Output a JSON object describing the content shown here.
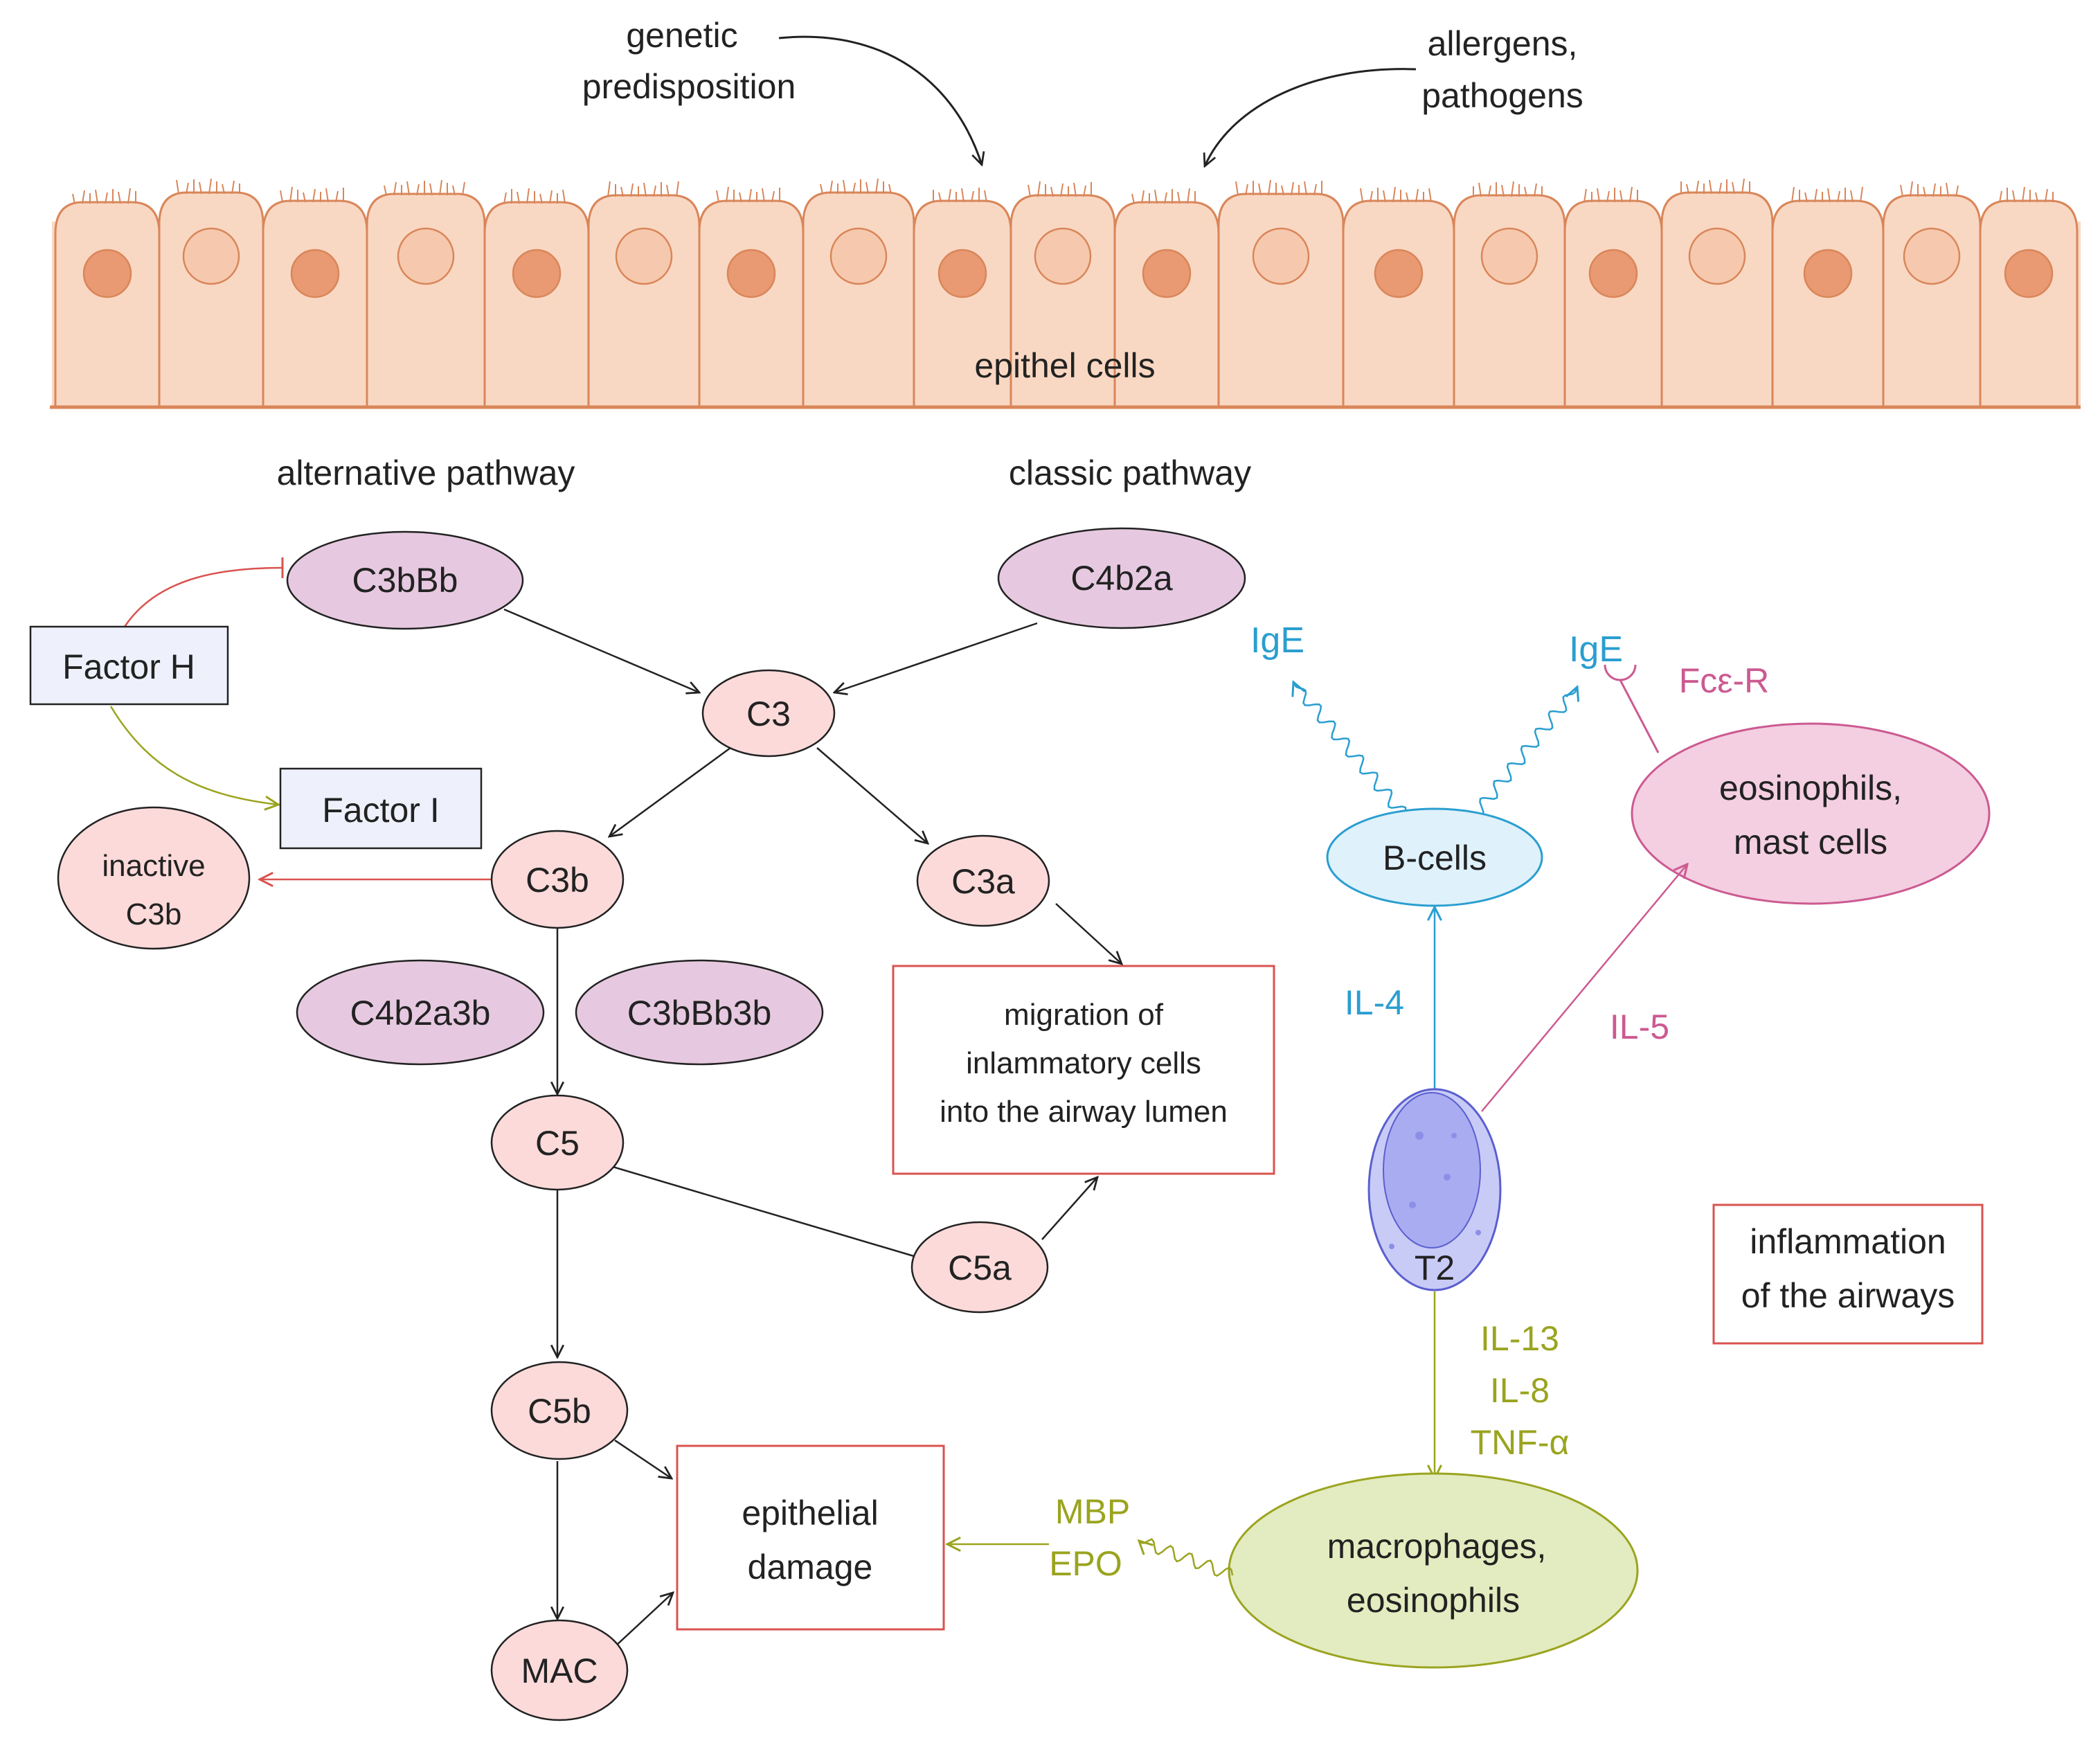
{
  "triggers": {
    "genetic": [
      "genetic",
      "predisposition"
    ],
    "allergens": [
      "allergens,",
      "pathogens"
    ]
  },
  "epithelium": {
    "label": "epithel cells"
  },
  "pathways": {
    "alternative": "alternative pathway",
    "classic": "classic pathway"
  },
  "complement": {
    "c3bbb": "C3bBb",
    "c4b2a": "C4b2a",
    "factor_h": "Factor H",
    "factor_i": "Factor I",
    "c3": "C3",
    "c3b": "C3b",
    "c3a": "C3a",
    "inactive_c3b": [
      "inactive",
      "C3b"
    ],
    "c4b2a3b": "C4b2a3b",
    "c3bbb3b": "C3bBb3b",
    "c5": "C5",
    "c5a": "C5a",
    "c5b": "C5b",
    "mac": "MAC"
  },
  "outcomes": {
    "migration": [
      "migration of",
      "inlammatory cells",
      "into the airway lumen"
    ],
    "damage": [
      "epithelial",
      "damage"
    ],
    "inflammation": [
      "inflammation",
      "of the airways"
    ]
  },
  "immune": {
    "ige_left": "IgE",
    "ige_right": "IgE",
    "fce_r": "Fcε-R",
    "bcells": "B-cells",
    "eosinophils_mast": [
      "eosinophils,",
      "mast cells"
    ],
    "il4": "IL-4",
    "il5": "IL-5",
    "t2": "T2",
    "cytokines": [
      "IL-13",
      "IL-8",
      "TNF-α"
    ],
    "macrophages": [
      "macrophages,",
      "eosinophils"
    ],
    "mbp_epo": [
      "MBP",
      "EPO"
    ]
  },
  "colors": {
    "epithelium_fill": "#f9d8c3",
    "epithelium_stroke": "#d9865a",
    "nucleus_dark": "#e99a72",
    "nucleus_light": "#f6c9ae",
    "complement_node": "#fcdada",
    "convertase_node": "#e6c9e0",
    "factor_box": "#eef1fb",
    "outcome_border": "#d9534f",
    "igE_blue": "#2a9ed0",
    "bcell_fill": "#dff1fa",
    "pink_accent": "#cc5a91",
    "eos_fill": "#f3cfe1",
    "olive": "#9aa41f",
    "macro_fill": "#e3ebc0",
    "t2_fill": "#a9acf0"
  }
}
